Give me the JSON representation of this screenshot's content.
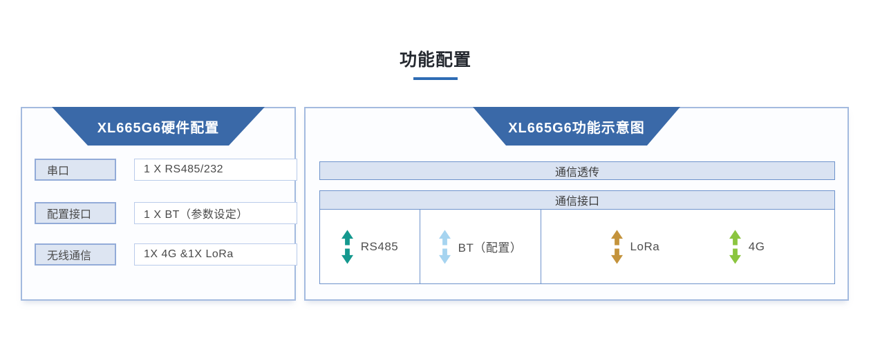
{
  "page": {
    "title": "功能配置"
  },
  "left_panel": {
    "header": "XL665G6硬件配置",
    "rows": [
      {
        "label": "串口",
        "value": "1 X RS485/232"
      },
      {
        "label": "配置接口",
        "value": "1 X BT（参数设定）"
      },
      {
        "label": "无线通信",
        "value": "1X 4G &1X LoRa"
      }
    ]
  },
  "right_panel": {
    "header": "XL665G6功能示意图",
    "top_bar": "通信透传",
    "section_header": "通信接口",
    "interfaces": [
      {
        "label": "RS485",
        "arrow_color": "#14988e"
      },
      {
        "label": "BT（配置）",
        "arrow_color": "#a6d4f0"
      },
      {
        "label": "LoRa",
        "arrow_color": "#c4933c"
      },
      {
        "label": "4G",
        "arrow_color": "#8bc53f"
      }
    ]
  },
  "colors": {
    "header_blue": "#3a69a8",
    "panel_border": "#a3badf",
    "bar_fill": "#dae3f2",
    "bar_border": "#6d92cb",
    "label_fill": "#dde5f2",
    "label_border": "#92abd8",
    "value_border": "#b9cbea",
    "title_underline": "#2e6cb4"
  }
}
